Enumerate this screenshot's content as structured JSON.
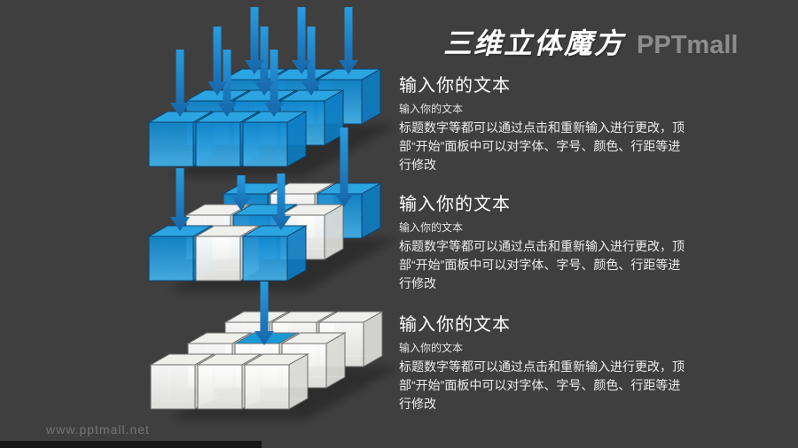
{
  "title": {
    "text": "三维立体魔方",
    "brand": "PPTmall"
  },
  "watermark": "www.pptmall.net",
  "colors": {
    "background": "#3f3f3f",
    "cube_blue_top": "#2ba4e2",
    "cube_blue_front": "#1590d5",
    "cube_blue_edge": "#0b456f",
    "cube_white_face": "#f5f5f3",
    "cube_white_edge": "#666666",
    "arrow_blue": "#1e7fc4",
    "title_color": "#ffffff",
    "brand_color": "#8d8d8d"
  },
  "sections": [
    {
      "heading": "输入你的文本",
      "subheading": "输入你的文本",
      "body": "标题数字等都可以通过点击和重新输入进行更改，顶部“开始”面板中可以对字体、字号、颜色、行距等进行修改"
    },
    {
      "heading": "输入你的文本",
      "subheading": "输入你的文本",
      "body": "标题数字等都可以通过点击和重新输入进行更改，顶部“开始”面板中可以对字体、字号、颜色、行距等进行修改"
    },
    {
      "heading": "输入你的文本",
      "subheading": "输入你的文本",
      "body": "标题数字等都可以通过点击和重新输入进行更改，顶部“开始”面板中可以对字体、字号、颜色、行距等进行修改"
    }
  ],
  "diagram": {
    "description": "Three stacked 3x3 cube layers with arrows funnelling down: 9 arrows into all-blue top layer, 4 arrows into checkerboard middle layer, 1 arrow into centre of all-white bottom layer",
    "layers": [
      {
        "name": "layer-1",
        "arrows_into": 9,
        "pattern": [
          [
            "B",
            "B",
            "B"
          ],
          [
            "B",
            "B",
            "B"
          ],
          [
            "B",
            "B",
            "B"
          ]
        ]
      },
      {
        "name": "layer-2",
        "arrows_into": 4,
        "pattern": [
          [
            "B",
            "W",
            "B"
          ],
          [
            "W",
            "B",
            "W"
          ],
          [
            "B",
            "W",
            "B"
          ]
        ]
      },
      {
        "name": "layer-3",
        "arrows_into": 1,
        "pattern": [
          [
            "W",
            "W",
            "W"
          ],
          [
            "W",
            "T",
            "W"
          ],
          [
            "W",
            "W",
            "W"
          ]
        ]
      }
    ]
  }
}
